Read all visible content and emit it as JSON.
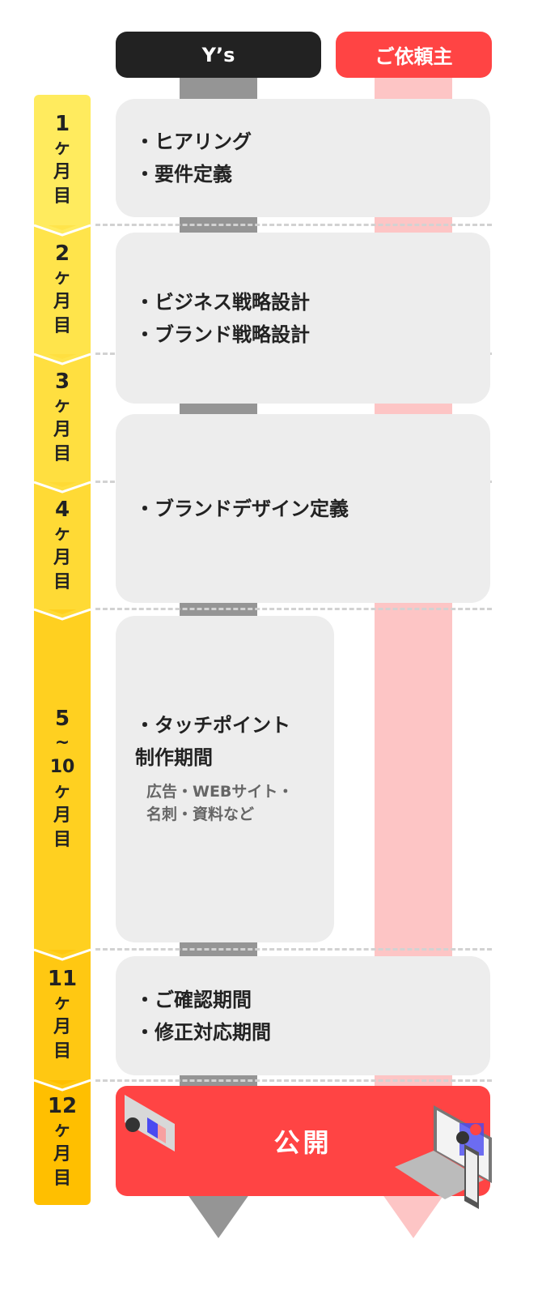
{
  "headers": {
    "ys": "Y’s",
    "client": "ご依頼主"
  },
  "colors": {
    "ys": "#222222",
    "client": "#FF4444",
    "ys_bar": "#959595",
    "client_bar": "#FDC5C5",
    "card": "#EDEDED"
  },
  "months": [
    {
      "num": "1",
      "unit": [
        "ヶ",
        "月",
        "目"
      ],
      "color": "#FFEB5E"
    },
    {
      "num": "2",
      "unit": [
        "ヶ",
        "月",
        "目"
      ],
      "color": "#FFE44B"
    },
    {
      "num": "3",
      "unit": [
        "ヶ",
        "月",
        "目"
      ],
      "color": "#FFDF40"
    },
    {
      "num": "4",
      "unit": [
        "ヶ",
        "月",
        "目"
      ],
      "color": "#FFDA35"
    },
    {
      "num": "5",
      "unit": [
        "~",
        "10",
        "ヶ",
        "月",
        "目"
      ],
      "color": "#FFD020"
    },
    {
      "num": "11",
      "unit": [
        "ヶ",
        "月",
        "目"
      ],
      "color": "#FFC812"
    },
    {
      "num": "12",
      "unit": [
        "ヶ",
        "月",
        "目"
      ],
      "color": "#FFBF00"
    }
  ],
  "cards": [
    {
      "items": [
        "ヒアリング",
        "要件定義"
      ]
    },
    {
      "items": [
        "ビジネス戦略設計",
        "ブランド戦略設計"
      ]
    },
    {
      "items": [
        "ブランドデザイン定義"
      ]
    },
    {
      "items": [
        "タッチポイント\n制作期間"
      ],
      "sub": [
        "広告・WEBサイト・",
        "名刺・資料など"
      ]
    },
    {
      "items": [
        "ご確認期間",
        "修正対応期間"
      ]
    }
  ],
  "final": {
    "label": "公開"
  }
}
